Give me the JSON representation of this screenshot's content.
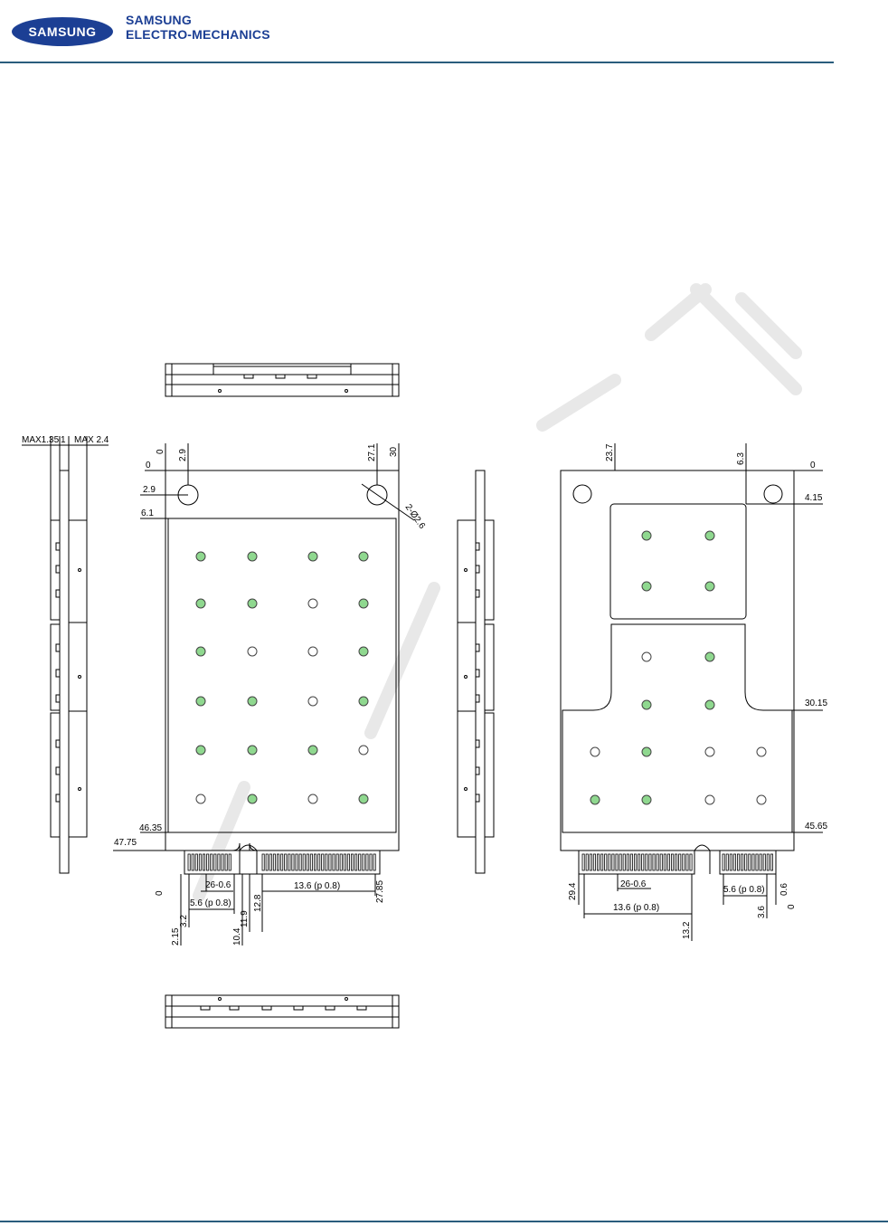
{
  "header": {
    "logo_text": "SAMSUNG",
    "company_line1": "SAMSUNG",
    "company_line2": "ELECTRO-MECHANICS"
  },
  "colors": {
    "brand_blue": "#1c3f94",
    "rule": "#2a5d7d",
    "pad_green": "#8fd88f"
  },
  "side_view": {
    "dim_max135": "MAX1.35",
    "dim_1": "1",
    "dim_max24": "MAX 2.4"
  },
  "top_view": {
    "y0": "0",
    "y29": "2.9",
    "y61": "6.1",
    "y4635": "46.35",
    "y4775": "47.75",
    "ybot0": "0",
    "x0": "0",
    "x29": "2.9",
    "x271": "27.1",
    "x30": "30",
    "hole_callout": "2-Ø2.6",
    "pin_dim": "26-0.6",
    "pitch_small": "5.6 (p 0.8)",
    "pitch_large": "13.6 (p 0.8)",
    "x215": "2.15",
    "x32": "3.2",
    "x104": "10.4",
    "x119": "11.9",
    "x128": "12.8",
    "x2785": "27.85"
  },
  "bottom_view": {
    "x237": "23.7",
    "x63": "6.3",
    "y0": "0",
    "y415": "4.15",
    "y3015": "30.15",
    "y4565": "45.65",
    "pin_dim": "26-0.6",
    "pitch_large": "13.6 (p 0.8)",
    "pitch_small": "5.6 (p 0.8)",
    "x294": "29.4",
    "x132": "13.2",
    "x36": "3.6",
    "x06": "0.6",
    "x0": "0"
  }
}
